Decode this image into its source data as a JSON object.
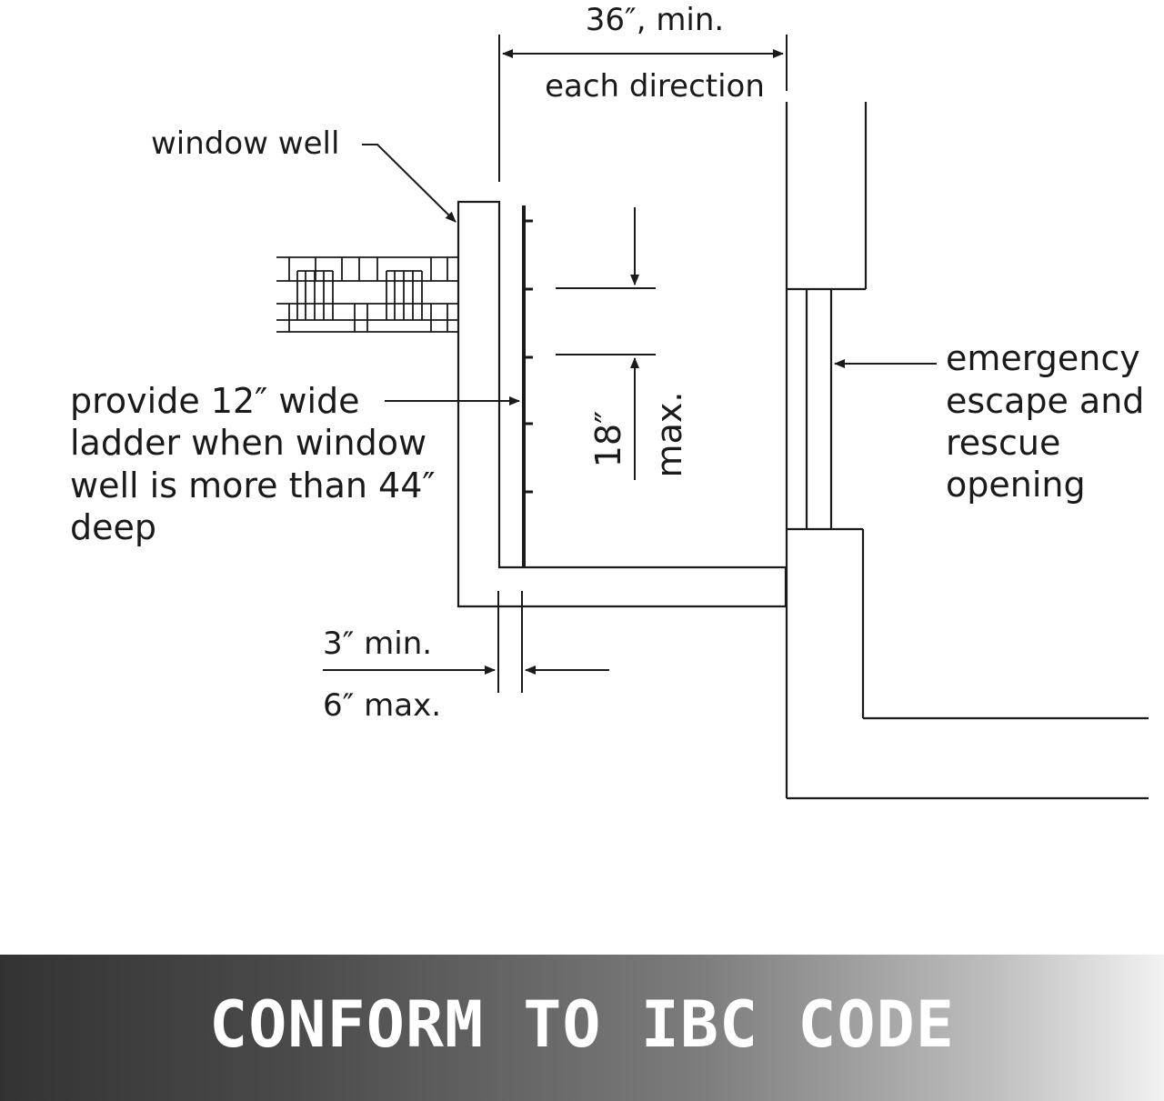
{
  "labels": {
    "width_dim_line1": "36″, min.",
    "width_dim_line2": "each direction",
    "window_well": "window well",
    "ladder_note": [
      "provide 12″ wide",
      "ladder when window",
      "well is more than 44″",
      "deep"
    ],
    "rung_spacing_value": "18″",
    "rung_spacing_qualifier": "max.",
    "egress_opening": [
      "emergency",
      "escape and",
      "rescue",
      "opening"
    ],
    "ladder_clearance_min": "3″ min.",
    "ladder_clearance_max": "6″ max."
  },
  "banner": {
    "text": "CONFORM TO IBC CODE"
  },
  "colors": {
    "line": "#1a1a1a",
    "banner_dark": "#333333",
    "banner_light": "#f2f2f2",
    "banner_text": "#ffffff"
  }
}
